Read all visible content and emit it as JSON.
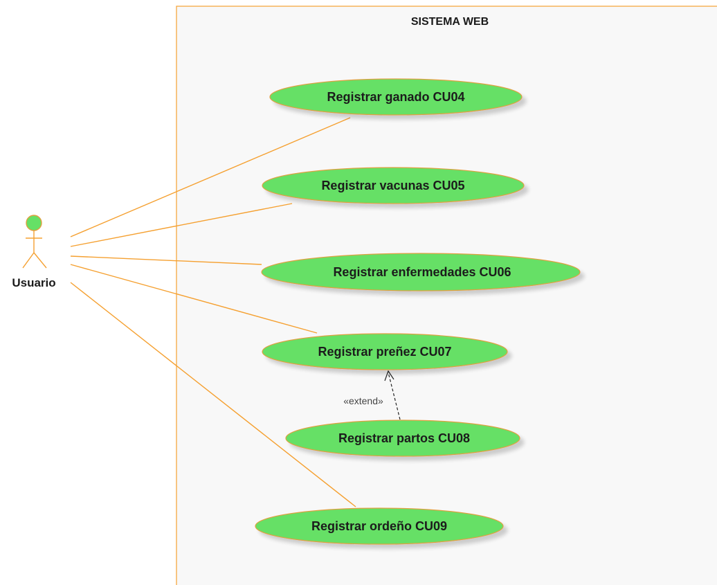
{
  "system": {
    "name": "SISTEMA WEB"
  },
  "actor": {
    "name": "Usuario"
  },
  "use_cases": [
    {
      "id": "CU04",
      "label": "Registrar ganado CU04"
    },
    {
      "id": "CU05",
      "label": "Registrar vacunas CU05"
    },
    {
      "id": "CU06",
      "label": "Registrar enfermedades CU06"
    },
    {
      "id": "CU07",
      "label": "Registrar preñez CU07"
    },
    {
      "id": "CU08",
      "label": "Registrar partos CU08"
    },
    {
      "id": "CU09",
      "label": "Registrar ordeño CU09"
    }
  ],
  "relationships": [
    {
      "type": "association",
      "from": "Usuario",
      "to": "CU04"
    },
    {
      "type": "association",
      "from": "Usuario",
      "to": "CU05"
    },
    {
      "type": "association",
      "from": "Usuario",
      "to": "CU06"
    },
    {
      "type": "association",
      "from": "Usuario",
      "to": "CU07"
    },
    {
      "type": "association",
      "from": "Usuario",
      "to": "CU09"
    },
    {
      "type": "extend",
      "from": "CU08",
      "to": "CU07",
      "label": "«extend»"
    }
  ],
  "colors": {
    "border": "#f5a030",
    "use_case_fill": "#66e066",
    "use_case_stroke": "#e0a040",
    "system_fill": "#f8f8f8",
    "actor_fill": "#66e066"
  }
}
